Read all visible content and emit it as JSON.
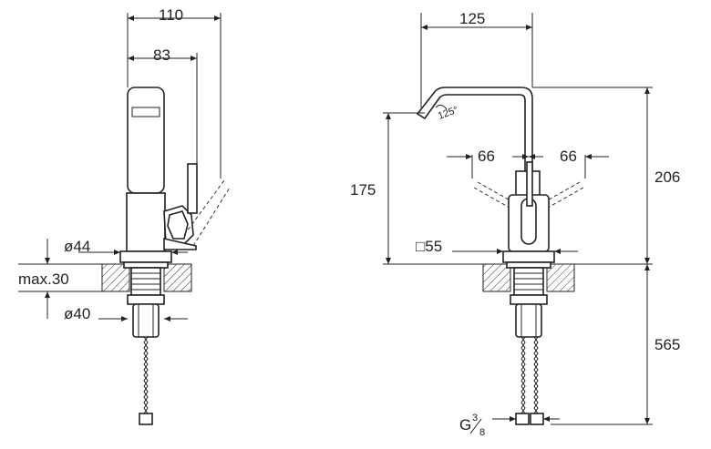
{
  "side_view": {
    "dim_total_width": "110",
    "dim_width": "83",
    "dim_base_diameter": "ø44",
    "dim_max_thickness": "max.30",
    "dim_shank_diameter": "ø40"
  },
  "front_view": {
    "dim_spout_reach": "125",
    "dim_spout_angle": "125°",
    "dim_handle_left": "66",
    "dim_handle_right": "66",
    "dim_spout_height": "175",
    "dim_total_height": "206",
    "dim_square_base": "□55",
    "dim_hose_length": "565",
    "dim_connection_prefix": "G",
    "dim_connection_num": "3",
    "dim_connection_den": "8"
  }
}
